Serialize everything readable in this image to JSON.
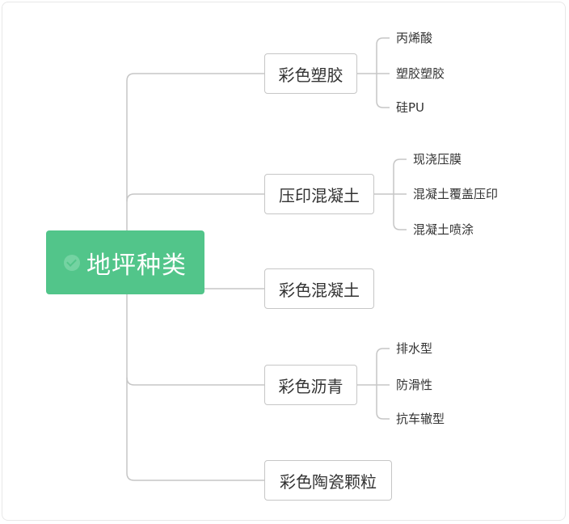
{
  "root": {
    "label": "地坪种类",
    "icon": "check-circle-icon",
    "color": "#52c58a"
  },
  "branches": [
    {
      "label": "彩色塑胶",
      "leaves": [
        "丙烯酸",
        "塑胶塑胶",
        "硅PU"
      ]
    },
    {
      "label": "压印混凝土",
      "leaves": [
        "现浇压膜",
        "混凝土覆盖压印",
        "混凝土喷涂"
      ]
    },
    {
      "label": "彩色混凝土",
      "leaves": []
    },
    {
      "label": "彩色沥青",
      "leaves": [
        "排水型",
        "防滑性",
        "抗车辙型"
      ]
    },
    {
      "label": "彩色陶瓷颗粒",
      "leaves": []
    }
  ]
}
